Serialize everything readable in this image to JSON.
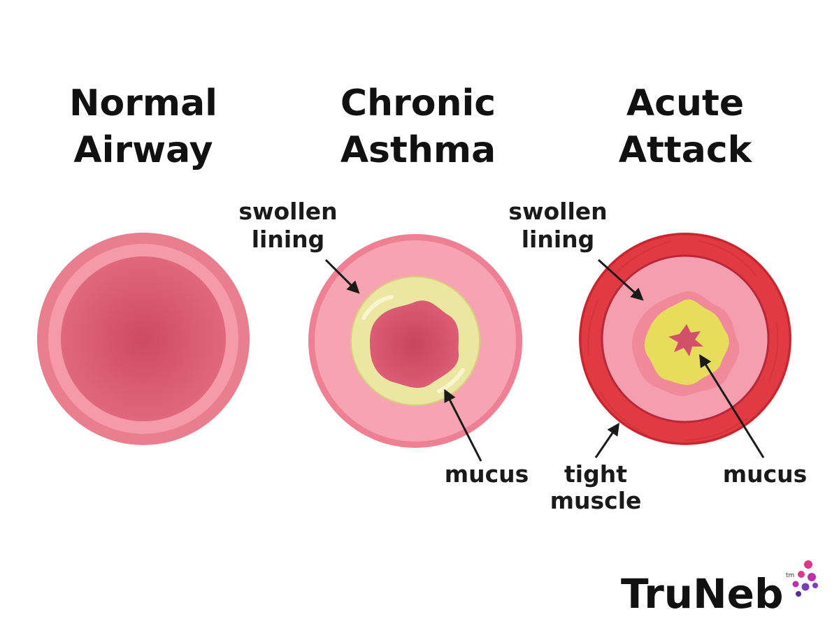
{
  "panels": [
    {
      "title_line1": "Normal",
      "title_line2": "Airway",
      "labels": {}
    },
    {
      "title_line1": "Chronic",
      "title_line2": "Asthma",
      "labels": {
        "swollen_line1": "swollen",
        "swollen_line2": "lining",
        "mucus": "mucus"
      }
    },
    {
      "title_line1": "Acute",
      "title_line2": "Attack",
      "labels": {
        "swollen_line1": "swollen",
        "swollen_line2": "lining",
        "muscle_line1": "tight",
        "muscle_line2": "muscle",
        "mucus": "mucus"
      }
    }
  ],
  "logo": {
    "text": "TruNeb",
    "tm": "tm",
    "dot_colors": [
      "#e0368a",
      "#b832a8",
      "#7a3fb8",
      "#5a2d9c"
    ]
  },
  "colors": {
    "normal_wall": "#e97e8e",
    "normal_inner": "#f49aa8",
    "normal_lumen": "#d9566c",
    "chronic_wall": "#f49cab",
    "mucus": "#eae6a0",
    "acute_muscle": "#e23a42",
    "acute_lining": "#f59fae",
    "acute_mucus": "#e8dc5c",
    "lumen_dark": "#d2506a"
  }
}
